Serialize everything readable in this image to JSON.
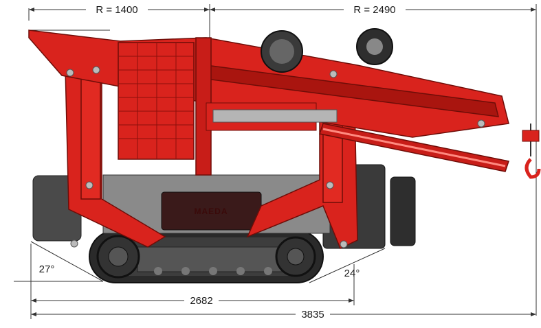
{
  "dimensions": {
    "radius_rear": "R = 1400",
    "radius_front": "R = 2490",
    "angle_rear": "27°",
    "angle_front": "24°",
    "track_length": "2682",
    "overall_length": "3835"
  },
  "machine": {
    "brand_plate": "MAEDA",
    "body_color": "#d9231d",
    "body_dark": "#a9150f",
    "track_color": "#2a2a2a",
    "steel_color": "#555555"
  }
}
